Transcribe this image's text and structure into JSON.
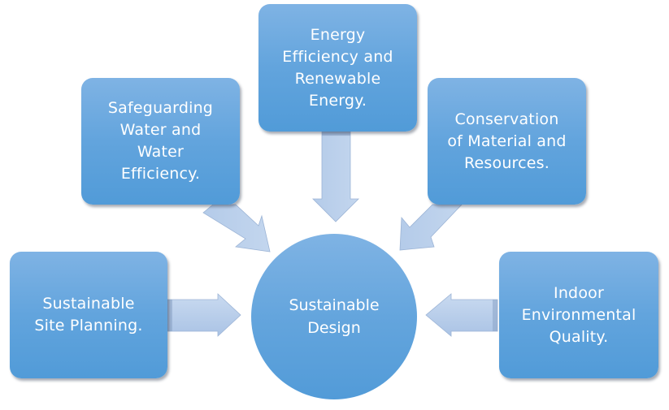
{
  "diagram": {
    "title": "Sustainable Design",
    "center": {
      "label": "Sustainable\nDesign"
    },
    "nodes": [
      {
        "id": "site-planning",
        "label": "Sustainable\nSite Planning.",
        "arrow_direction": "right"
      },
      {
        "id": "water",
        "label": "Safeguarding\nWater and\nWater\nEfficiency.",
        "arrow_direction": "down-right"
      },
      {
        "id": "energy",
        "label": "Energy\nEfficiency and\nRenewable\nEnergy.",
        "arrow_direction": "down"
      },
      {
        "id": "materials",
        "label": "Conservation\nof Material and\nResources.",
        "arrow_direction": "down-left"
      },
      {
        "id": "indoor",
        "label": "Indoor\nEnvironmental\nQuality.",
        "arrow_direction": "left"
      }
    ],
    "colors": {
      "box_top": "#7fb3e4",
      "box_bottom": "#519bd8",
      "arrow_fill": "#b7cde9",
      "arrow_shade": "#8fa9cc",
      "text": "#ffffff"
    }
  }
}
